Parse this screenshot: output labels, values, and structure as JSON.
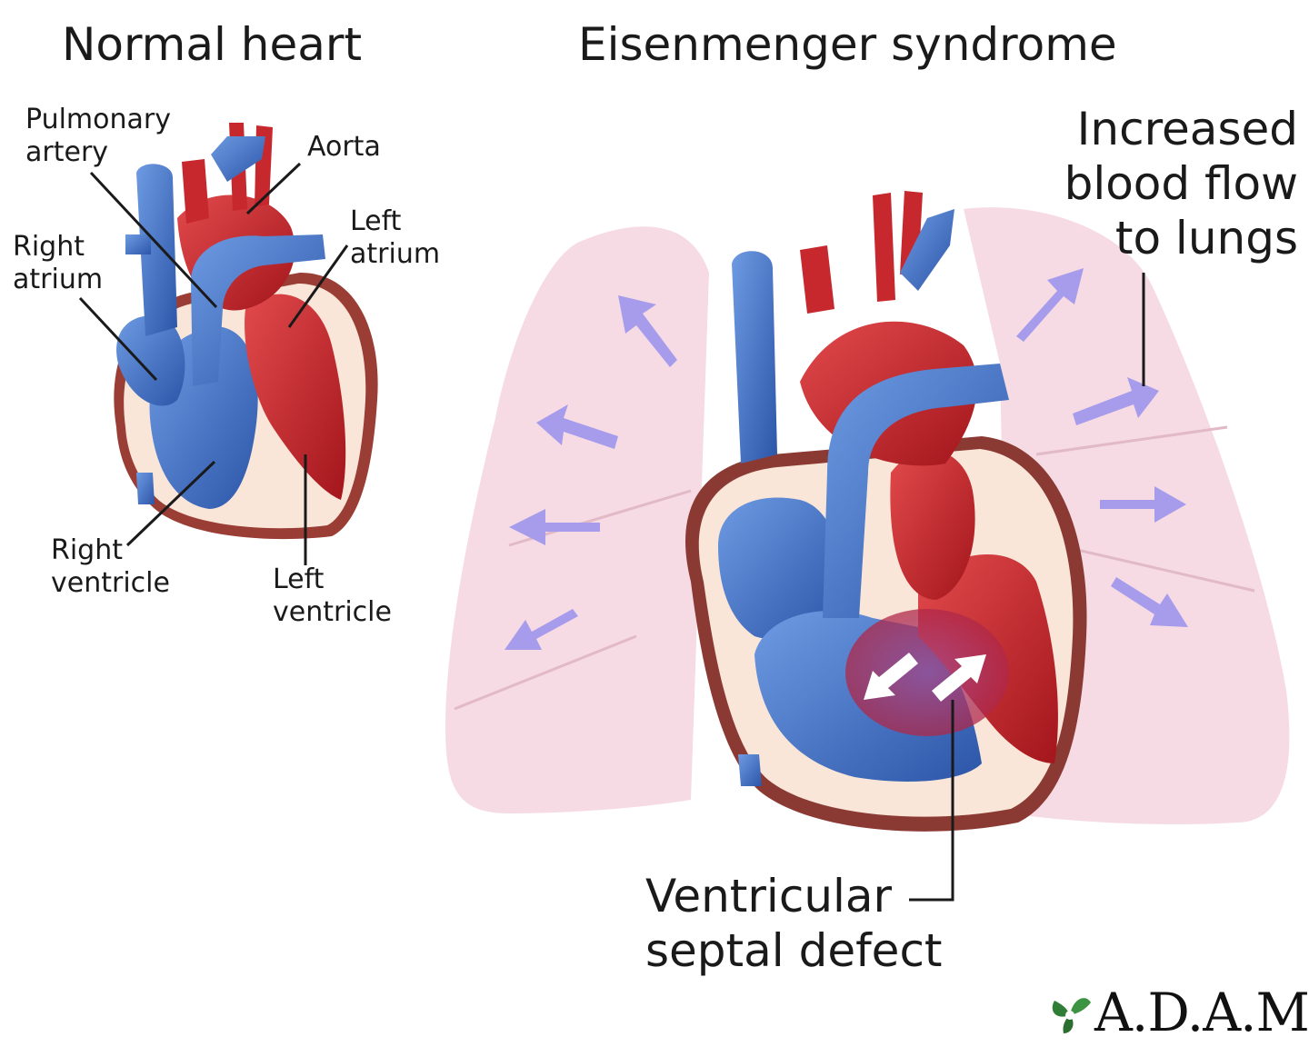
{
  "titles": {
    "normal": "Normal heart",
    "eisenmenger": "Eisenmenger syndrome"
  },
  "normal_labels": {
    "pulmonary_artery": "Pulmonary\nartery",
    "aorta": "Aorta",
    "left_atrium": "Left\natrium",
    "right_atrium": "Right\natrium",
    "right_ventricle": "Right\nventricle",
    "left_ventricle": "Left\nventricle"
  },
  "eisenmenger_labels": {
    "increased_flow": "Increased\nblood flow\nto lungs",
    "vsd": "Ventricular\nseptal defect"
  },
  "logo": {
    "text": "A.D.A.M."
  },
  "colors": {
    "blood_blue": "#3f6fc1",
    "blood_red": "#c7282e",
    "lung_pink": "#f6dbe4",
    "arrow_purple": "#a79cec",
    "wall_cream": "#f9e6d8",
    "wall_edge": "#8b3a33"
  }
}
